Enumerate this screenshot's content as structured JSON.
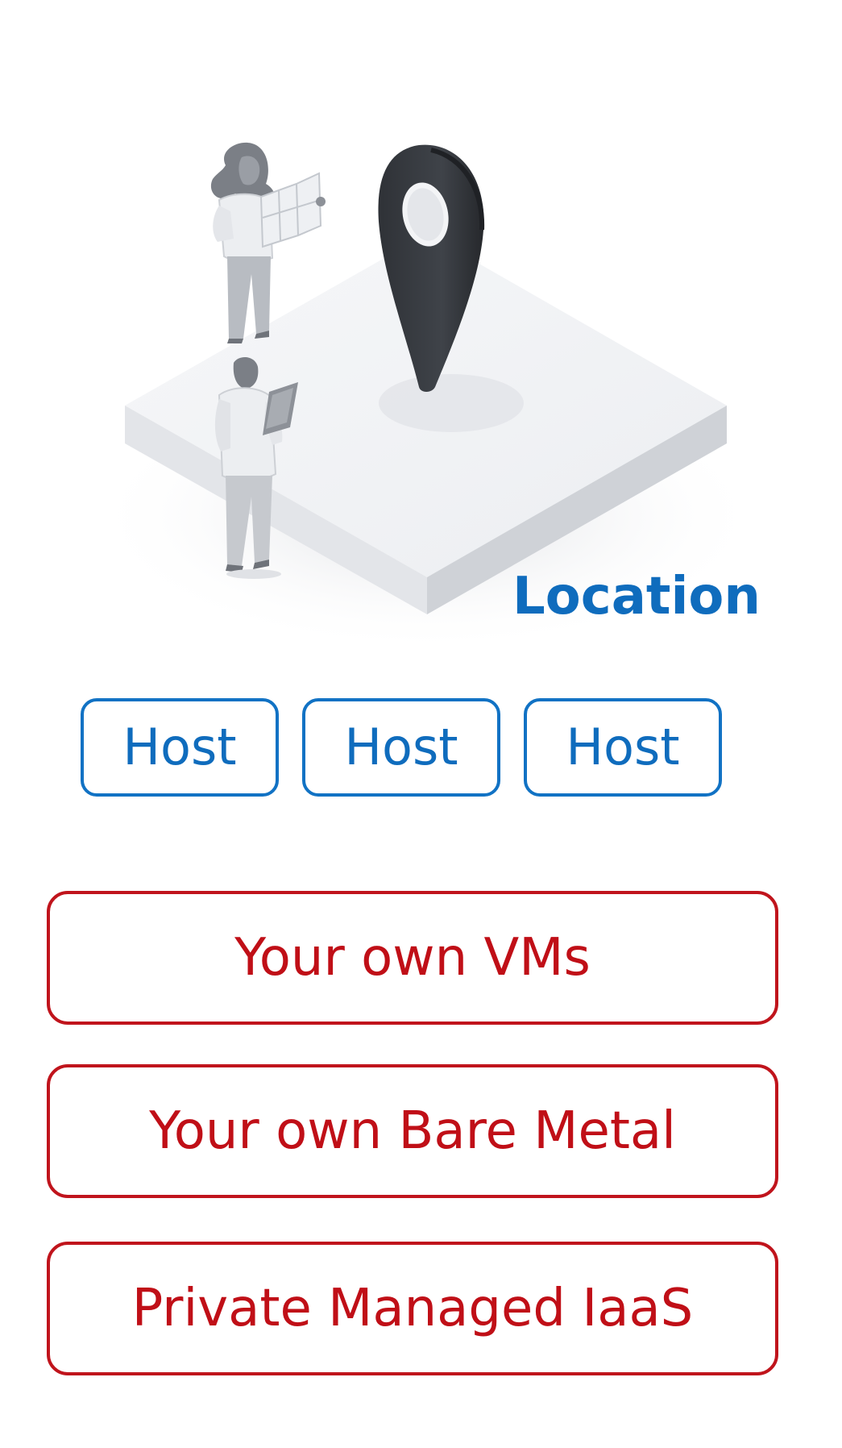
{
  "location": {
    "label": "Location",
    "illustration_icon": "map-pin-icon"
  },
  "hosts": [
    {
      "label": "Host"
    },
    {
      "label": "Host"
    },
    {
      "label": "Host"
    }
  ],
  "options": [
    {
      "label": "Your own VMs"
    },
    {
      "label": "Your own Bare Metal"
    },
    {
      "label": "Private Managed IaaS"
    }
  ],
  "colors": {
    "location_blue": "#0f6cbd",
    "host_border": "#1172c4",
    "option_red": "#c00f17",
    "pin": "#3a3d42"
  }
}
